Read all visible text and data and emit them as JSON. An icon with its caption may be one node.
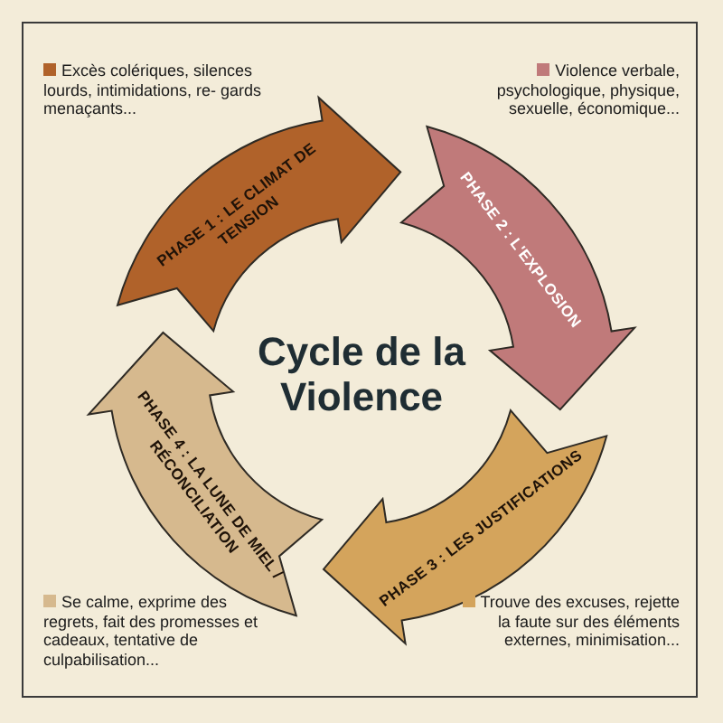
{
  "diagram": {
    "title": "Cycle de la Violence",
    "nodes": [
      {
        "text": [
          "PHASE 1 : LE CLIMAT DE TENSION"
        ]
      },
      {
        "text": [
          "PHASE 2 : L'EXPLOSION"
        ]
      },
      {
        "text": [
          "PHASE 3 : LES JUSTIFICATIONS"
        ]
      },
      {
        "text": [
          "PHASE 4 : LA LUNE DE MIEL / RÉCONCILIATION"
        ]
      }
    ],
    "legend": [
      {
        "text": "Excès colériques, silences lourds, intimidations, re- gards menaçants...",
        "color": "#b0622a"
      },
      {
        "text": "Violence verbale, psychologique, physique, sexuelle, économique...",
        "color": "#c07a7a"
      },
      {
        "text": "Se calme, exprime des regrets, fait des promesses et cadeaux, tentative de culpabilisation...",
        "color": "#d6b98e"
      },
      {
        "text": "Trouve des excuses, rejette la faute sur des éléments externes, minimisation...",
        "color": "#d4a45c"
      }
    ]
  }
}
